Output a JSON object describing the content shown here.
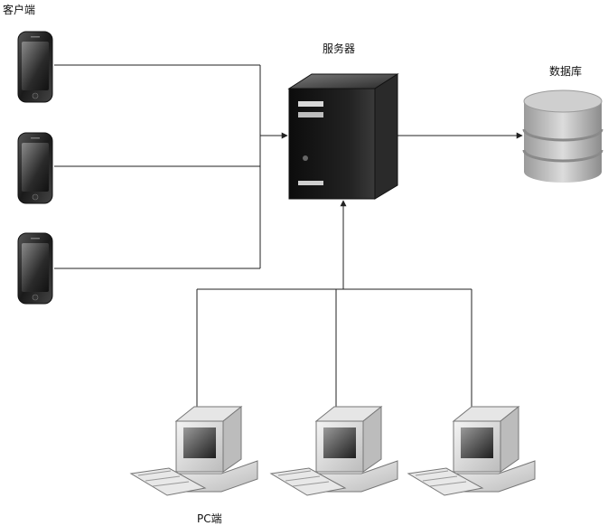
{
  "labels": {
    "client": "客户端",
    "server": "服务器",
    "database": "数据库",
    "pc": "PC端"
  },
  "nodes": {
    "phones": [
      "phone",
      "phone",
      "phone"
    ],
    "computers": [
      "computer",
      "computer",
      "computer"
    ]
  },
  "colors": {
    "line": "#222222",
    "device_dark": "#1a1a1a",
    "db_gray": "#bdbdbd"
  }
}
